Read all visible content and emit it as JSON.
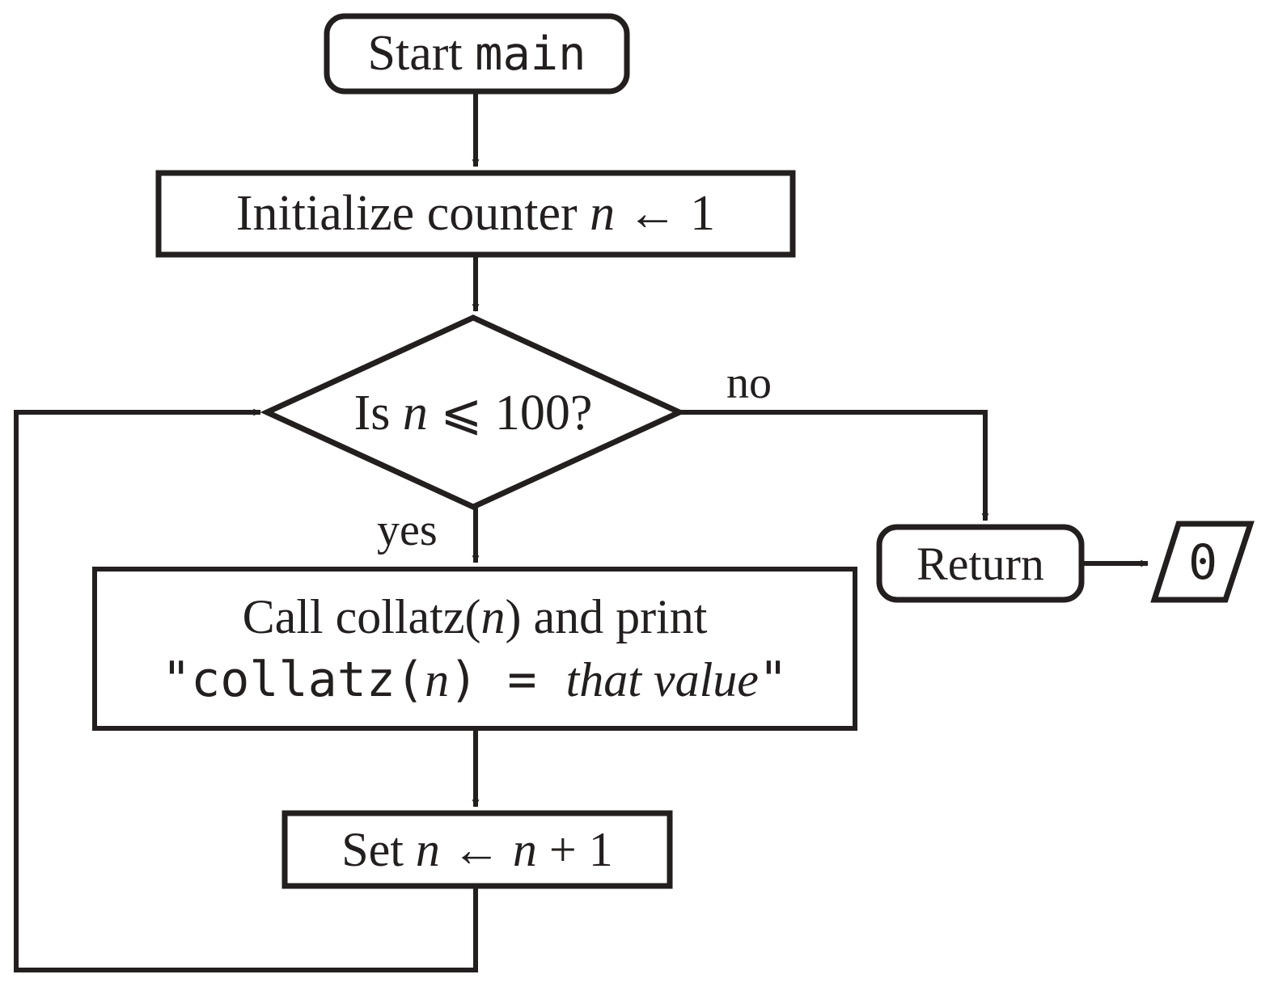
{
  "diagram": {
    "title": "collatz main flowchart",
    "type": "flowchart",
    "stroke_color": "#231f1e",
    "background_color": "#ffffff",
    "nodes": {
      "start": {
        "shape": "rounded-rectangle",
        "text_prefix": "Start ",
        "text_code": "main"
      },
      "initialize": {
        "shape": "rectangle",
        "text_prefix": "Initialize counter ",
        "var": "n",
        "text_suffix": " ← 1"
      },
      "decision": {
        "shape": "diamond",
        "text_prefix": "Is ",
        "var": "n",
        "text_suffix": " ⩽ 100?"
      },
      "call": {
        "shape": "rectangle",
        "line1_prefix": "Call collatz(",
        "line1_var": "n",
        "line1_suffix": ") and print",
        "line2_open_quote": "\"",
        "line2_code_prefix": "collatz(",
        "line2_var": "n",
        "line2_code_suffix": ") = ",
        "line2_italic": "that value",
        "line2_close_quote": "\""
      },
      "increment": {
        "shape": "rectangle",
        "text_prefix": "Set ",
        "var1": "n",
        "text_middle": " ← ",
        "var2": "n",
        "text_suffix": " + 1"
      },
      "return": {
        "shape": "rounded-rectangle",
        "text": "Return"
      },
      "return_value": {
        "shape": "parallelogram",
        "text": "0"
      }
    },
    "edges": [
      {
        "from": "start",
        "to": "initialize",
        "label": ""
      },
      {
        "from": "initialize",
        "to": "decision",
        "label": ""
      },
      {
        "from": "decision",
        "to": "call",
        "label": "yes"
      },
      {
        "from": "decision",
        "to": "return",
        "label": "no"
      },
      {
        "from": "call",
        "to": "increment",
        "label": ""
      },
      {
        "from": "increment",
        "to": "decision",
        "label": ""
      },
      {
        "from": "return",
        "to": "return_value",
        "label": ""
      }
    ],
    "edge_labels": {
      "yes": "yes",
      "no": "no"
    }
  }
}
